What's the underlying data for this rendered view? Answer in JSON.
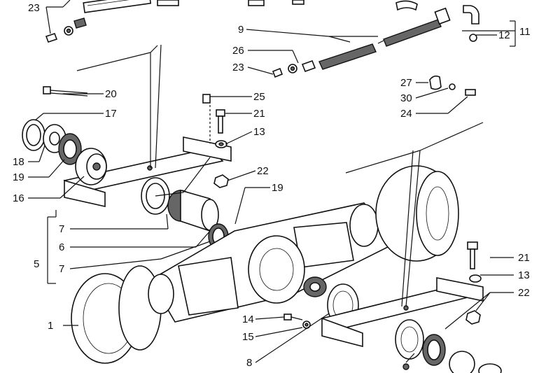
{
  "diagram": {
    "labels": {
      "l23a": "23",
      "l9": "9",
      "l11": "11",
      "l12": "12",
      "l26": "26",
      "l23b": "23",
      "l27": "27",
      "l30": "30",
      "l24": "24",
      "l20": "20",
      "l25": "25",
      "l17": "17",
      "l21a": "21",
      "l13a": "13",
      "l18": "18",
      "l19a": "19",
      "l22a": "22",
      "l16": "16",
      "l19b": "19",
      "l7a": "7",
      "l6": "6",
      "l5": "5",
      "l7b": "7",
      "l21b": "21",
      "l13b": "13",
      "l22b": "22",
      "l1": "1",
      "l14": "14",
      "l15": "15",
      "l8": "8"
    }
  }
}
